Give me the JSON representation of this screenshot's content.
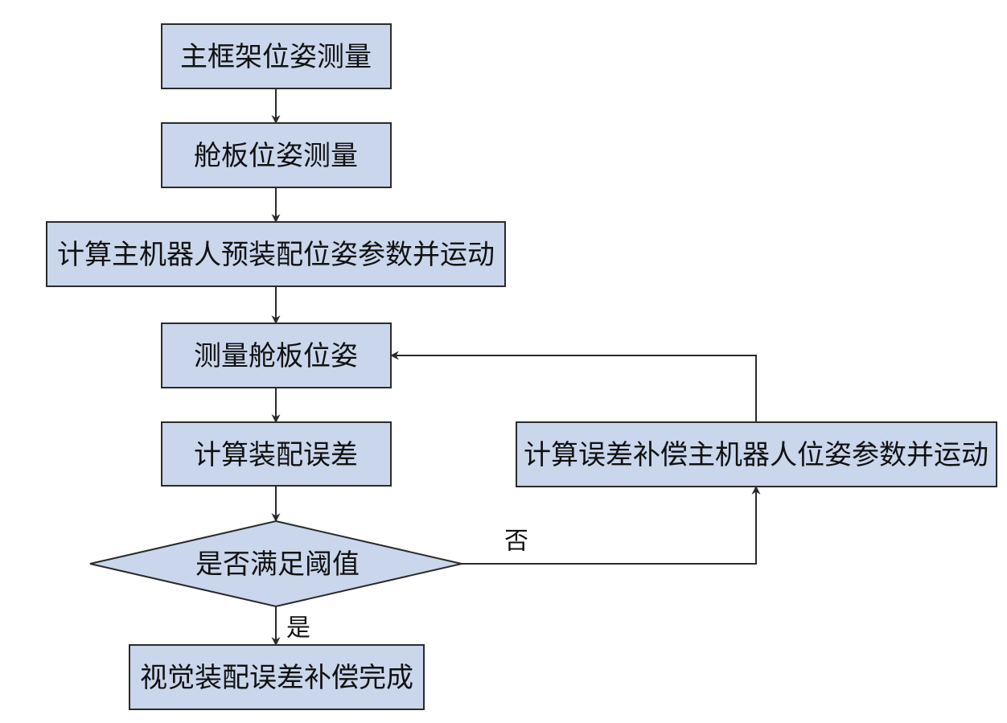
{
  "nodes": {
    "main_frame_pose": "主框架位姿测量",
    "panel_pose": "舱板位姿测量",
    "compute_pre_assembly": "计算主机器人预装配位姿参数并运动",
    "measure_panel_pose": "测量舱板位姿",
    "compute_error": "计算装配误差",
    "threshold_check": "是否满足阈值",
    "compensate_motion": "计算误差补偿主机器人位姿参数并运动",
    "complete": "视觉装配误差补偿完成"
  },
  "edges": {
    "no_label": "否",
    "yes_label": "是"
  },
  "colors": {
    "node_fill": "#c9d6ec",
    "stroke": "#2b2b2b"
  }
}
